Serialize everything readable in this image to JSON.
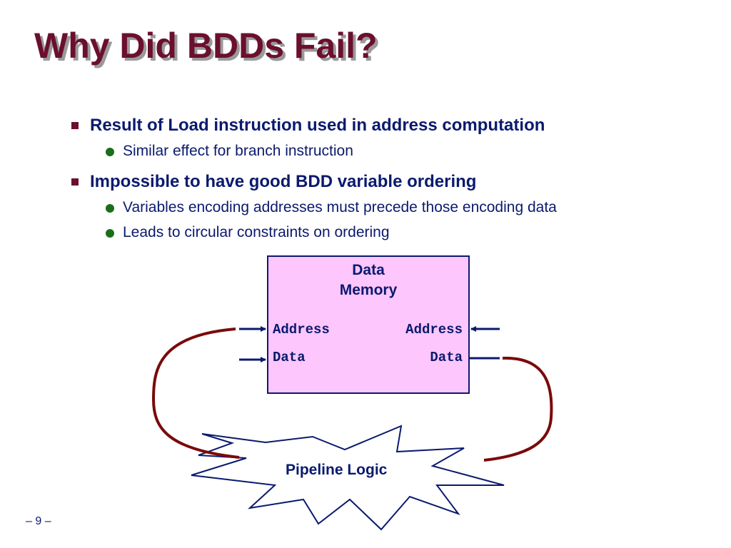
{
  "slide": {
    "title": "Why Did BDDs Fail?",
    "page_number": "– 9 –"
  },
  "bullets": [
    {
      "text": "Result of Load instruction used in address computation",
      "sub": [
        "Similar effect for branch instruction"
      ]
    },
    {
      "text": "Impossible to have good BDD variable ordering",
      "sub": [
        "Variables encoding addresses must precede those encoding data",
        "Leads to circular constraints on ordering"
      ]
    }
  ],
  "diagram": {
    "memory_title_line1": "Data",
    "memory_title_line2": "Memory",
    "left_address": "Address",
    "left_data": "Data",
    "right_address": "Address",
    "right_data": "Data",
    "pipeline_label": "Pipeline Logic",
    "colors": {
      "memory_fill": "#fdc6fd",
      "border": "#0a1a6e",
      "wire": "#7a0a0a",
      "title": "#6b0f2e"
    }
  }
}
